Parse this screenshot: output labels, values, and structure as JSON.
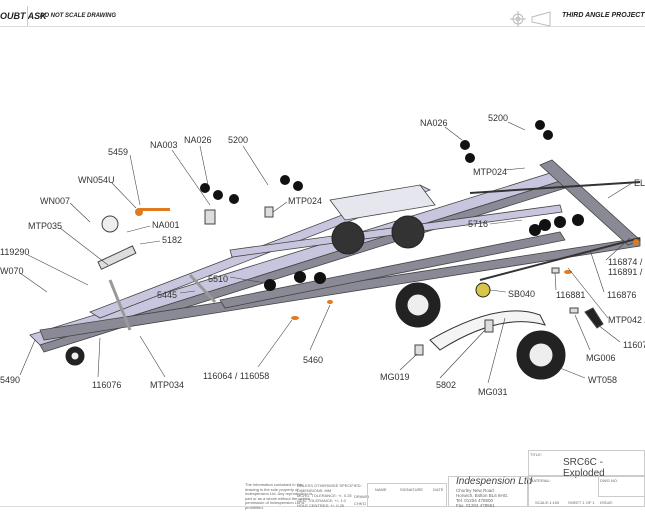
{
  "header": {
    "left_note": "OUBT ASK",
    "scale_note": "DO NOT SCALE DRAWING",
    "projection": "THIRD ANGLE PROJECT"
  },
  "labels": [
    {
      "id": "5459",
      "text": "5459"
    },
    {
      "id": "NA003",
      "text": "NA003"
    },
    {
      "id": "NA026a",
      "text": "NA026"
    },
    {
      "id": "5200a",
      "text": "5200"
    },
    {
      "id": "WN054U",
      "text": "WN054U"
    },
    {
      "id": "WN007",
      "text": "WN007"
    },
    {
      "id": "NA001",
      "text": "NA001"
    },
    {
      "id": "5182",
      "text": "5182"
    },
    {
      "id": "MTP035",
      "text": "MTP035"
    },
    {
      "id": "119290",
      "text": "119290"
    },
    {
      "id": "W070",
      "text": "W070"
    },
    {
      "id": "5490",
      "text": "5490"
    },
    {
      "id": "116076",
      "text": "116076"
    },
    {
      "id": "MTP034",
      "text": "MTP034"
    },
    {
      "id": "5445",
      "text": "5445"
    },
    {
      "id": "5510",
      "text": "5510"
    },
    {
      "id": "MTP024a",
      "text": "MTP024"
    },
    {
      "id": "116064",
      "text": "116064 / 116058"
    },
    {
      "id": "5460",
      "text": "5460"
    },
    {
      "id": "MG019",
      "text": "MG019"
    },
    {
      "id": "5802",
      "text": "5802"
    },
    {
      "id": "MG031",
      "text": "MG031"
    },
    {
      "id": "WT058",
      "text": "WT058"
    },
    {
      "id": "MG006",
      "text": "MG006"
    },
    {
      "id": "11607",
      "text": "11607"
    },
    {
      "id": "MTP042",
      "text": "MTP042 /"
    },
    {
      "id": "116876",
      "text": "116876"
    },
    {
      "id": "116881",
      "text": "116881"
    },
    {
      "id": "SB040",
      "text": "SB040"
    },
    {
      "id": "116874",
      "text": "116874 /"
    },
    {
      "id": "116891",
      "text": "116891 /"
    },
    {
      "id": "5716",
      "text": "5716"
    },
    {
      "id": "EL",
      "text": "EL"
    },
    {
      "id": "NA026b",
      "text": "NA026"
    },
    {
      "id": "5200b",
      "text": "5200"
    },
    {
      "id": "MTP024b",
      "text": "MTP024"
    }
  ],
  "title_block": {
    "disclaimer": "The information contained in this drawing is the sole property of Indespension Ltd. Any reproduction in part or as a whole without the written permission of Indespension Ltd is prohibited.",
    "tolerances": [
      "UNLESS OTHERWISE SPECIFIED:",
      "DIMENSIONS: MM",
      "MCHG. TOLERANCE:  +/- 0.25",
      "GEN. TOLERANCE:  +/- 1.0",
      "HOLE CENTRES:  +/- 0.25"
    ],
    "rows": [
      "DRAWN",
      "CHK'D"
    ],
    "cols": [
      "NAME",
      "SIGNATURE",
      "DATE"
    ],
    "company": "Indespension Ltd",
    "address": [
      "Chorley New Road",
      "Horwich, Bolton BL6 6HG.",
      "Tel. 01204 478500",
      "Fax. 01204 478561"
    ],
    "title_label": "TITLE:",
    "title": "SRC6C - Exploded",
    "material_label": "MATERIAL:",
    "dwg_no_label": "DWG NO.",
    "scale": "SCALE:1:100",
    "sheet": "SHEET 1 OF 1",
    "issue_label": "ISSUE:"
  },
  "colors": {
    "frame": "#8a8a96",
    "frame_light": "#c8c6de",
    "accent_orange": "#e07a1e",
    "hub_yellow": "#d8c64a"
  }
}
